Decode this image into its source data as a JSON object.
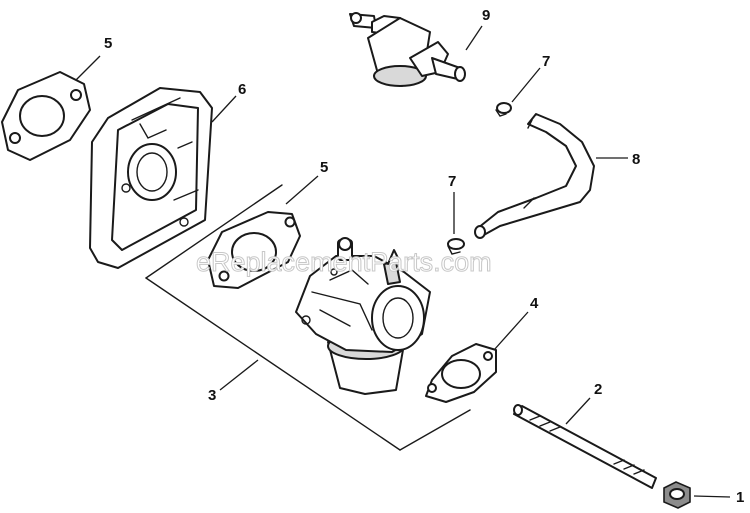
{
  "watermark": "eReplacementParts.com",
  "callouts": {
    "c1": "1",
    "c2": "2",
    "c3": "3",
    "c4": "4",
    "c5a": "5",
    "c5b": "5",
    "c6": "6",
    "c7a": "7",
    "c7b": "7",
    "c8": "8",
    "c9": "9"
  }
}
